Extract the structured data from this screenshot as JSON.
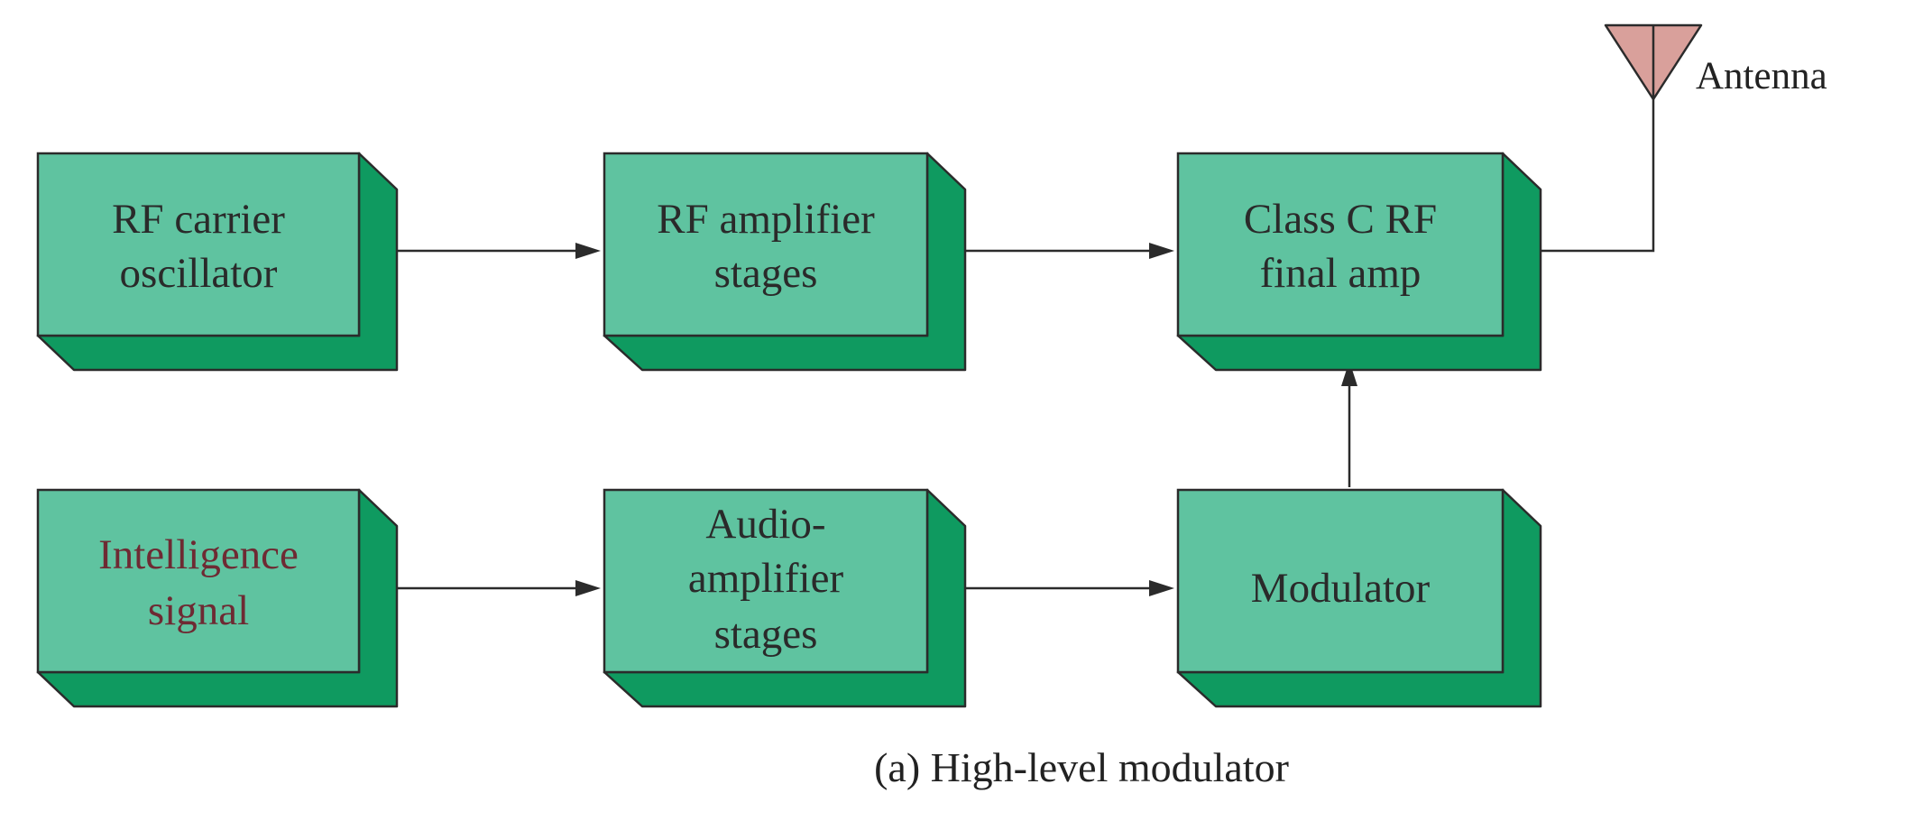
{
  "colors": {
    "box_face": "#5fc3a0",
    "box_shadow": "#0f9a60",
    "antenna": "#d9a09b",
    "line": "#2b2b2b"
  },
  "blocks": {
    "rf_carrier_oscillator": [
      "RF carrier",
      "oscillator"
    ],
    "rf_amplifier_stages": [
      "RF amplifier",
      "stages"
    ],
    "class_c_rf_final_amp": [
      "Class C RF",
      "final amp"
    ],
    "intelligence_signal": [
      "Intelligence",
      "signal"
    ],
    "audio_amplifier_stages": [
      "Audio-",
      "amplifier",
      "stages"
    ],
    "modulator": [
      "Modulator"
    ]
  },
  "antenna_label": "Antenna",
  "caption": "(a) High-level modulator"
}
